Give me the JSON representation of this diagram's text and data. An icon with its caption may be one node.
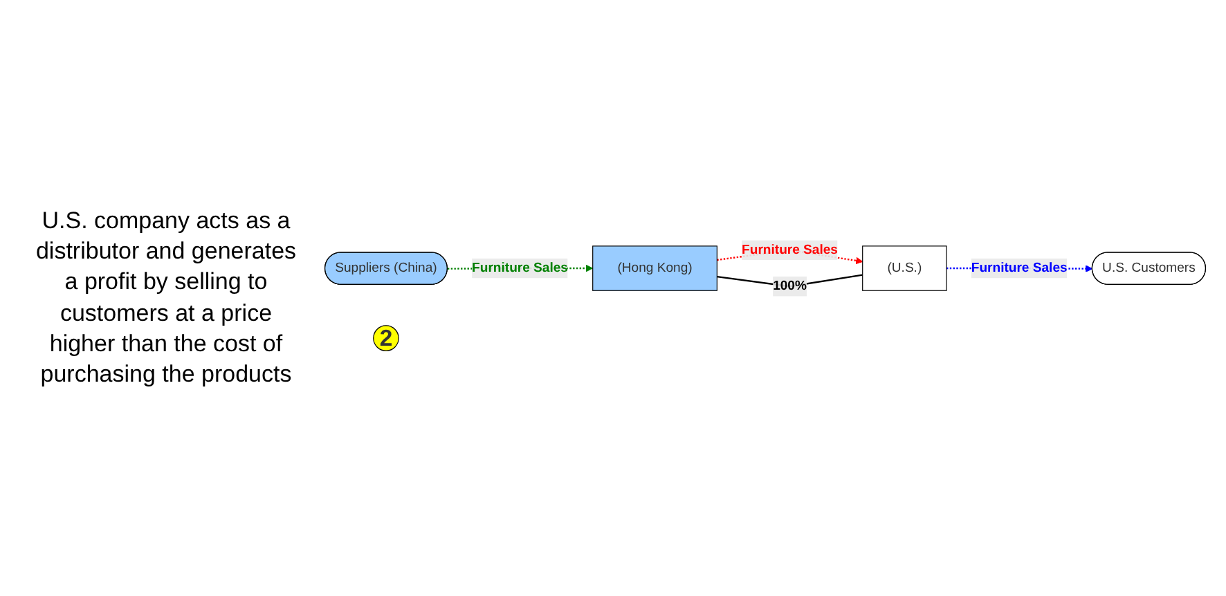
{
  "diagram": {
    "nodes": [
      {
        "text": [
          "Suppliers (China)"
        ]
      },
      {
        "text": [
          "(Hong Kong)"
        ]
      },
      {
        "text": [
          "(U.S.)"
        ]
      },
      {
        "text": [
          "U.S. Customers"
        ]
      },
      {
        "text": [
          "2"
        ]
      }
    ],
    "edges": [
      {
        "from": 0,
        "to": 1,
        "arrow": "to",
        "label": "Furniture Sales",
        "style": "dashed",
        "color": "#008000"
      },
      {
        "from": 1,
        "to": 2,
        "arrow": "to",
        "label": "Furniture Sales",
        "style": "dashed",
        "color": "#ff0000"
      },
      {
        "from": 1,
        "to": 2,
        "arrow": "none",
        "label": "100%",
        "color": "#000000"
      },
      {
        "from": 2,
        "to": 3,
        "arrow": "to",
        "label": "Furniture Sales",
        "style": "dashed",
        "color": "#0000ff"
      }
    ],
    "labels": [
      "U.S. company acts as a distributor and generates a profit by selling to customers at a price higher than the cost of purchasing the products"
    ]
  }
}
